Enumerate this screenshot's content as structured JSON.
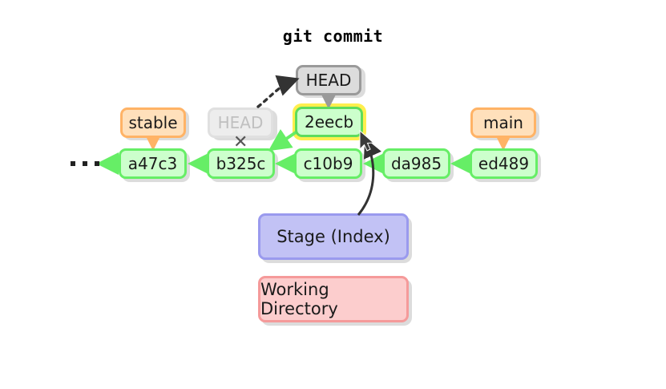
{
  "title": "git commit",
  "colors": {
    "commit_fill": "#ccffcc",
    "commit_border": "#66ee66",
    "branch_fill": "#ffe0bb",
    "branch_border": "#ffb366",
    "head_fill": "#dcdcdc",
    "head_border": "#9a9a9a",
    "head_ghost_text": "#c0c0c0",
    "stage_fill": "#c2c2f5",
    "stage_border": "#9a9aee",
    "workdir_fill": "#fccdcd",
    "workdir_border": "#f59a9a",
    "highlight": "#ffef4d",
    "arrow_dark": "#333333"
  },
  "head": {
    "current_label": "HEAD",
    "ghost_label": "HEAD",
    "ghost_removed_marker": "✕"
  },
  "branches": [
    {
      "name": "stable",
      "points_to": "a47c3"
    },
    {
      "name": "main",
      "points_to": "ed489"
    }
  ],
  "commits": [
    {
      "id": "a47c3"
    },
    {
      "id": "b325c"
    },
    {
      "id": "c10b9"
    },
    {
      "id": "da985"
    },
    {
      "id": "ed489"
    }
  ],
  "new_commit": {
    "id": "2eecb",
    "highlighted": true
  },
  "areas": {
    "stage": "Stage (Index)",
    "working_directory": "Working Directory"
  },
  "ellipsis": "· · ·",
  "icons": {
    "cursor": "mouse-cursor-icon",
    "cross": "cross-icon"
  }
}
